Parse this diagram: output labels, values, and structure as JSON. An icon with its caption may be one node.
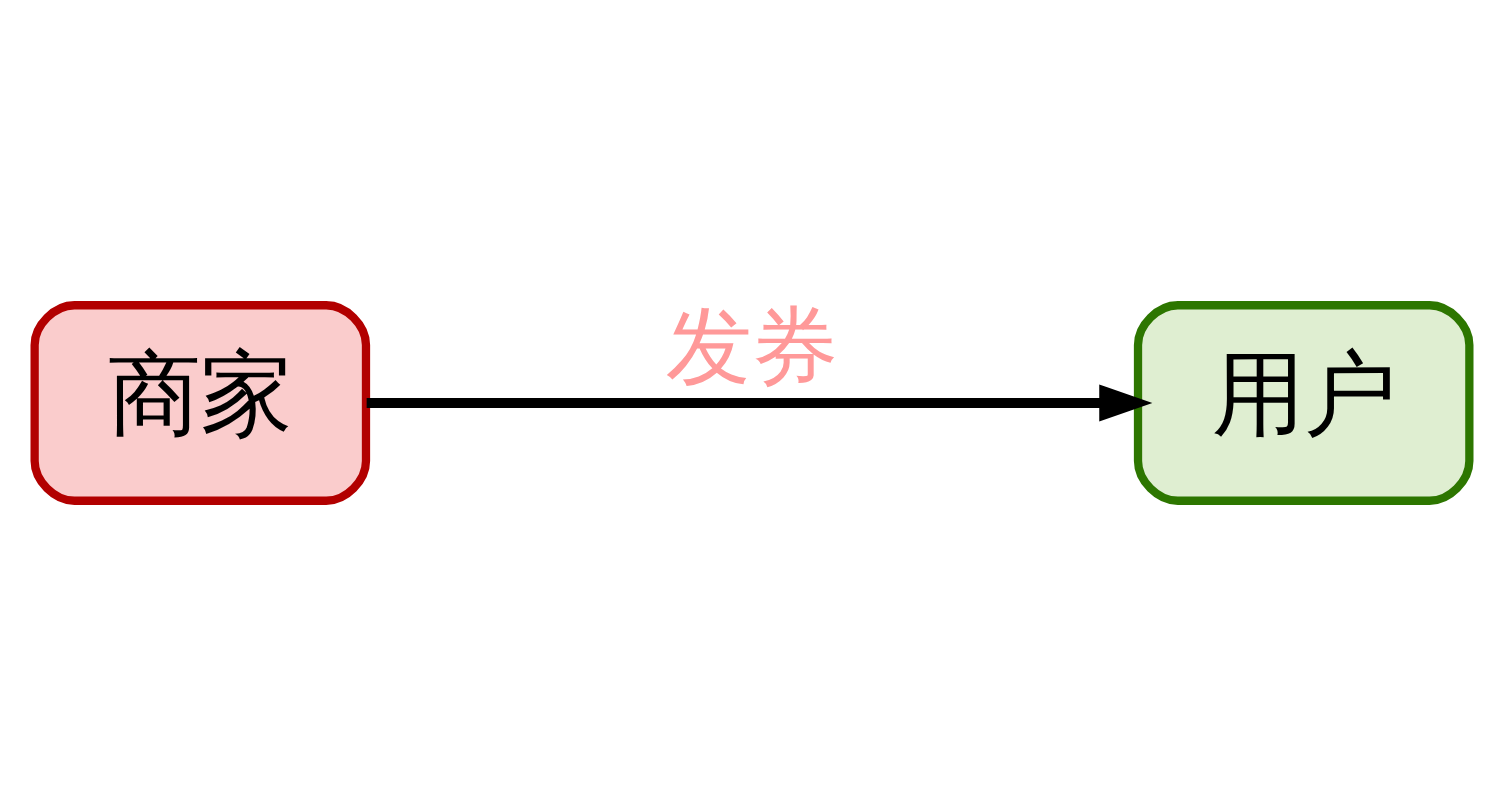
{
  "diagram": {
    "nodes": [
      {
        "text": [
          "商家"
        ]
      },
      {
        "text": [
          "用户"
        ]
      }
    ],
    "edges": [
      {
        "from": 0,
        "to": 1,
        "arrow": "to",
        "label": "发券"
      }
    ]
  }
}
